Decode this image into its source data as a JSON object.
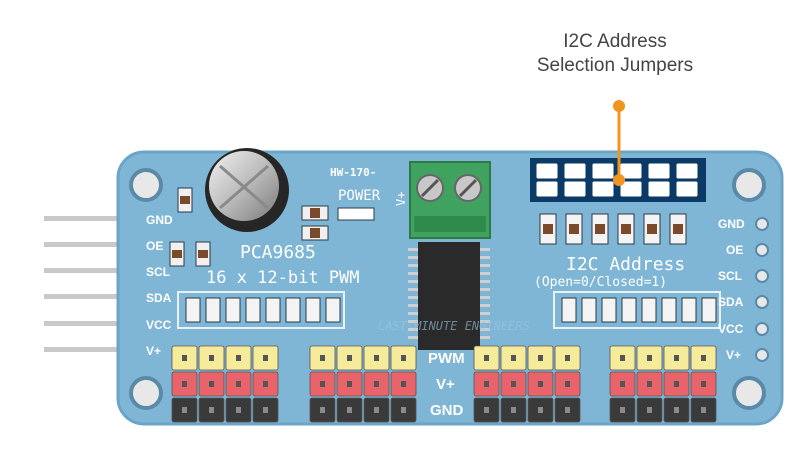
{
  "callout": {
    "line1": "I2C Address",
    "line2": "Selection Jumpers"
  },
  "board": {
    "model_mark": "HW-170-",
    "power_label": "POWER",
    "vplus_terminal_label": "V+",
    "chip_name": "PCA9685",
    "pwm_title": "16 x 12-bit PWM",
    "i2c_title": "I2C Address",
    "i2c_subtitle": "(Open=0/Closed=1)",
    "left_pins": [
      "GND",
      "OE",
      "SCL",
      "SDA",
      "VCC",
      "V+"
    ],
    "right_pins": [
      "GND",
      "OE",
      "SCL",
      "SDA",
      "VCC",
      "V+"
    ],
    "header_rows": [
      "PWM",
      "V+",
      "GND"
    ],
    "watermark": "LAST MINUTE ENGINEERS"
  },
  "colors": {
    "pcb": "#7fb6d6",
    "pcb_edge": "#6aa4c6",
    "callout_line": "#f0961e",
    "jumper_box": "#0b3a66",
    "pin_yellow": "#f6eb9a",
    "pin_red": "#e8646a",
    "pin_black": "#3a3a3a",
    "terminal": "#3fa35f"
  }
}
